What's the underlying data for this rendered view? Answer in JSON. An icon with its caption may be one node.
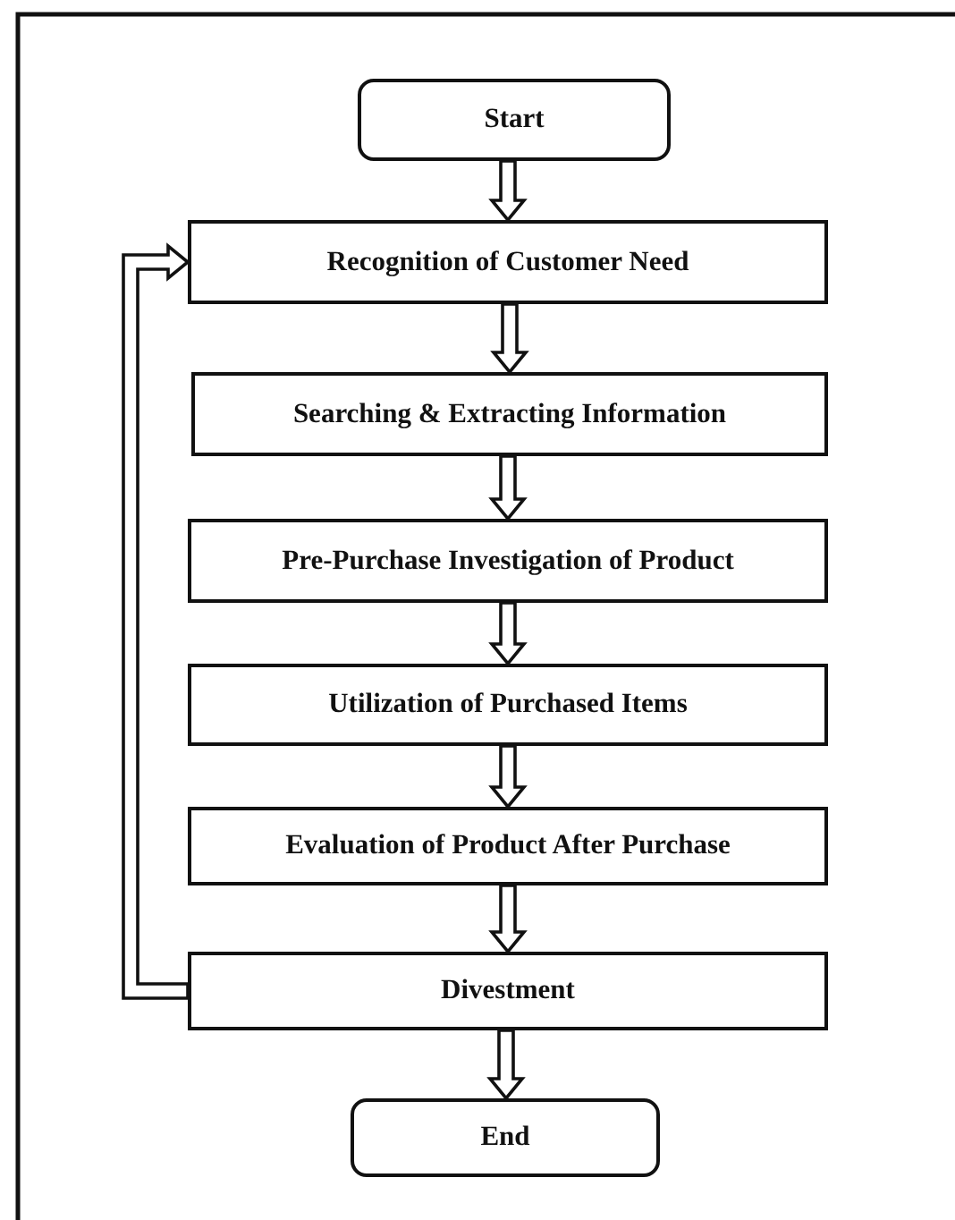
{
  "diagram": {
    "nodes": [
      {
        "text": [
          "Start"
        ]
      },
      {
        "text": [
          "Recognition of Customer Need"
        ]
      },
      {
        "text": [
          "Searching & Extracting Information"
        ]
      },
      {
        "text": [
          "Pre-Purchase Investigation of Product"
        ]
      },
      {
        "text": [
          "Utilization of Purchased Items"
        ]
      },
      {
        "text": [
          "Evaluation of Product After Purchase"
        ]
      },
      {
        "text": [
          "Divestment"
        ]
      },
      {
        "text": [
          "End"
        ]
      }
    ],
    "edges": [
      {
        "from": 0,
        "to": 1,
        "arrow": "to"
      },
      {
        "from": 1,
        "to": 2,
        "arrow": "to"
      },
      {
        "from": 2,
        "to": 3,
        "arrow": "to"
      },
      {
        "from": 3,
        "to": 4,
        "arrow": "to"
      },
      {
        "from": 4,
        "to": 5,
        "arrow": "to"
      },
      {
        "from": 5,
        "to": 6,
        "arrow": "to"
      },
      {
        "from": 6,
        "to": 7,
        "arrow": "to"
      },
      {
        "from": 6,
        "to": 1,
        "arrow": "to"
      }
    ]
  }
}
